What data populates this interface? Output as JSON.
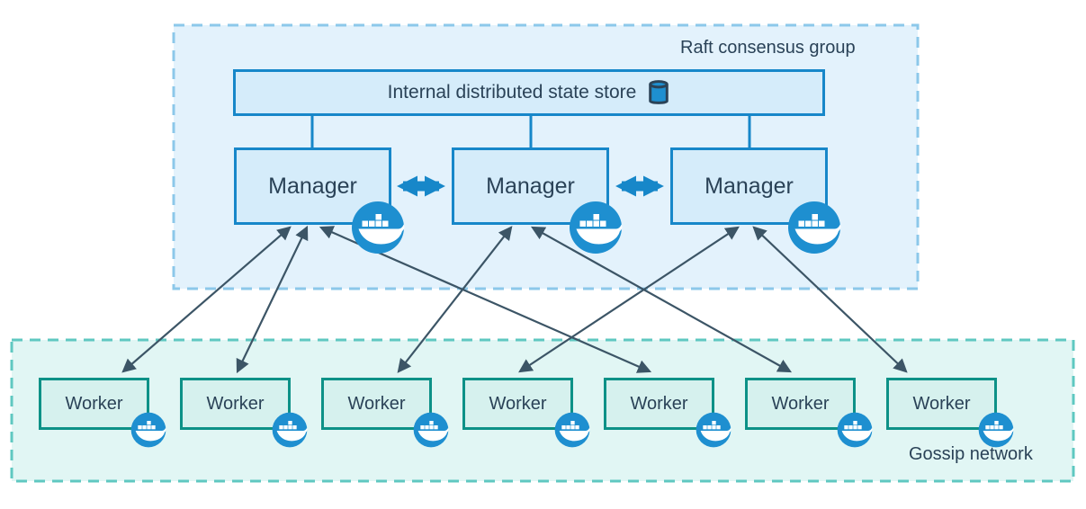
{
  "raft_group": {
    "label": "Raft consensus group",
    "state_store": {
      "label": "Internal distributed state store",
      "icon": "database-cylinder-icon"
    },
    "managers": [
      {
        "label": "Manager",
        "icon": "docker-whale-icon"
      },
      {
        "label": "Manager",
        "icon": "docker-whale-icon"
      },
      {
        "label": "Manager",
        "icon": "docker-whale-icon"
      }
    ]
  },
  "gossip_network": {
    "label": "Gossip network",
    "workers": [
      {
        "label": "Worker",
        "icon": "docker-whale-icon"
      },
      {
        "label": "Worker",
        "icon": "docker-whale-icon"
      },
      {
        "label": "Worker",
        "icon": "docker-whale-icon"
      },
      {
        "label": "Worker",
        "icon": "docker-whale-icon"
      },
      {
        "label": "Worker",
        "icon": "docker-whale-icon"
      },
      {
        "label": "Worker",
        "icon": "docker-whale-icon"
      },
      {
        "label": "Worker",
        "icon": "docker-whale-icon"
      }
    ]
  },
  "connections": {
    "manager_peer_links": [
      "manager-1<->manager-2",
      "manager-2<->manager-3"
    ],
    "manager_worker_links": [
      "manager-1<->worker-1",
      "manager-1<->worker-2",
      "manager-1<->worker-5",
      "manager-2<->worker-3",
      "manager-2<->worker-6",
      "manager-3<->worker-4",
      "manager-3<->worker-7"
    ],
    "state_store_links": [
      "state-store<->manager-1",
      "state-store<->manager-2",
      "state-store<->manager-3"
    ]
  },
  "colors": {
    "manager_fill": "#d5ecfa",
    "manager_border": "#1787c9",
    "worker_fill": "#d6f1ee",
    "worker_border": "#0d9187",
    "raft_container_fill": "#e3f2fc",
    "raft_container_border": "#8cc8ea",
    "gossip_container_fill": "#e1f6f4",
    "gossip_container_border": "#5fc8c1",
    "docker_badge": "#1e8fd0",
    "thick_arrow": "#1787c9",
    "thin_arrow": "#3c5566",
    "text": "#2a4257"
  }
}
